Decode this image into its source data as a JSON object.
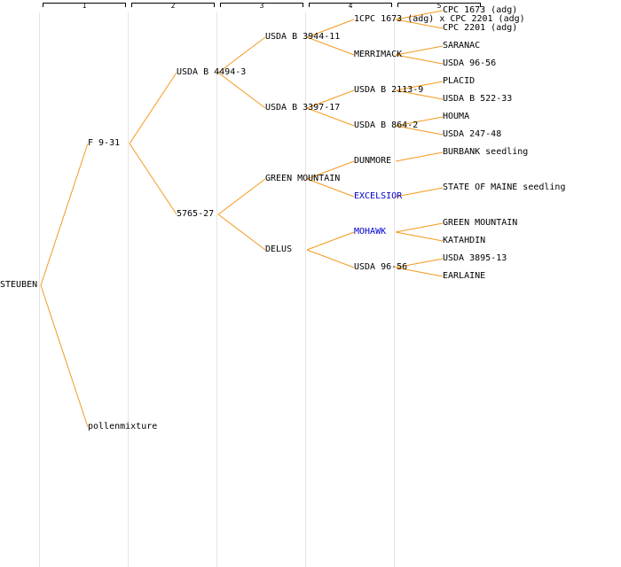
{
  "generations": [
    "1",
    "2",
    "3",
    "4",
    "5"
  ],
  "colors": {
    "edge": "#f39a1d",
    "link_text": "#0000cc",
    "text": "#000000",
    "column_line": "#e4e4e4"
  },
  "nodes": {
    "n0": {
      "label": "STEUBEN",
      "gen": 0,
      "style": "normal"
    },
    "n1": {
      "label": "F 9-31",
      "gen": 1,
      "style": "normal"
    },
    "n2": {
      "label": "pollenmixture",
      "gen": 1,
      "style": "normal"
    },
    "n3": {
      "label": "USDA B 4494-3",
      "gen": 2,
      "style": "normal"
    },
    "n4": {
      "label": "5765-27",
      "gen": 2,
      "style": "normal"
    },
    "n5": {
      "label": "USDA B 3944-11",
      "gen": 3,
      "style": "normal"
    },
    "n6": {
      "label": "USDA B 3397-17",
      "gen": 3,
      "style": "normal"
    },
    "n7": {
      "label": "GREEN MOUNTAIN",
      "gen": 3,
      "style": "normal"
    },
    "n8": {
      "label": "DELUS",
      "gen": 3,
      "style": "normal"
    },
    "n9": {
      "label": "1CPC 1673 (adg) x CPC 2201 (adg)",
      "gen": 4,
      "style": "normal"
    },
    "n10": {
      "label": "MERRIMACK",
      "gen": 4,
      "style": "normal"
    },
    "n11": {
      "label": "USDA B 2113-9",
      "gen": 4,
      "style": "normal"
    },
    "n12": {
      "label": "USDA B 864-2",
      "gen": 4,
      "style": "normal"
    },
    "n13": {
      "label": "DUNMORE",
      "gen": 4,
      "style": "normal"
    },
    "n14": {
      "label": "EXCELSIOR",
      "gen": 4,
      "style": "link"
    },
    "n15": {
      "label": "MOHAWK",
      "gen": 4,
      "style": "link"
    },
    "n16": {
      "label": "USDA 96-56",
      "gen": 4,
      "style": "normal"
    },
    "n17": {
      "label": "CPC 1673 (adg)",
      "gen": 5,
      "style": "normal"
    },
    "n18": {
      "label": "CPC 2201 (adg)",
      "gen": 5,
      "style": "normal"
    },
    "n19": {
      "label": "SARANAC",
      "gen": 5,
      "style": "normal"
    },
    "n20": {
      "label": "USDA 96-56",
      "gen": 5,
      "style": "normal"
    },
    "n21": {
      "label": "PLACID",
      "gen": 5,
      "style": "normal"
    },
    "n22": {
      "label": "USDA B 522-33",
      "gen": 5,
      "style": "normal"
    },
    "n23": {
      "label": "HOUMA",
      "gen": 5,
      "style": "normal"
    },
    "n24": {
      "label": "USDA 247-48",
      "gen": 5,
      "style": "normal"
    },
    "n25": {
      "label": "BURBANK seedling",
      "gen": 5,
      "style": "normal"
    },
    "n26": {
      "label": "STATE OF MAINE seedling",
      "gen": 5,
      "style": "normal"
    },
    "n27": {
      "label": "GREEN MOUNTAIN",
      "gen": 5,
      "style": "normal"
    },
    "n28": {
      "label": "KATAHDIN",
      "gen": 5,
      "style": "normal"
    },
    "n29": {
      "label": "USDA 3895-13",
      "gen": 5,
      "style": "normal"
    },
    "n30": {
      "label": "EARLAINE",
      "gen": 5,
      "style": "normal"
    }
  },
  "edges": [
    [
      "n0",
      "n1"
    ],
    [
      "n0",
      "n2"
    ],
    [
      "n1",
      "n3"
    ],
    [
      "n1",
      "n4"
    ],
    [
      "n3",
      "n5"
    ],
    [
      "n3",
      "n6"
    ],
    [
      "n4",
      "n7"
    ],
    [
      "n4",
      "n8"
    ],
    [
      "n5",
      "n9"
    ],
    [
      "n5",
      "n10"
    ],
    [
      "n6",
      "n11"
    ],
    [
      "n6",
      "n12"
    ],
    [
      "n7",
      "n13"
    ],
    [
      "n7",
      "n14"
    ],
    [
      "n8",
      "n15"
    ],
    [
      "n8",
      "n16"
    ],
    [
      "n9",
      "n17"
    ],
    [
      "n9",
      "n18"
    ],
    [
      "n10",
      "n19"
    ],
    [
      "n10",
      "n20"
    ],
    [
      "n11",
      "n21"
    ],
    [
      "n11",
      "n22"
    ],
    [
      "n12",
      "n23"
    ],
    [
      "n12",
      "n24"
    ],
    [
      "n13",
      "n25"
    ],
    [
      "n14",
      "n26"
    ],
    [
      "n15",
      "n27"
    ],
    [
      "n15",
      "n28"
    ],
    [
      "n16",
      "n29"
    ],
    [
      "n16",
      "n30"
    ]
  ]
}
